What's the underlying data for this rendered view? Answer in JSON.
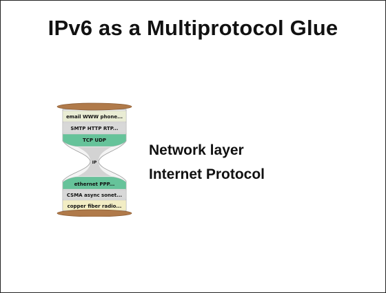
{
  "slide": {
    "title": "IPv6 as a Multiprotocol Glue",
    "caption_line1": "Network layer",
    "caption_line2": "Internet Protocol"
  },
  "hourglass": {
    "layers": [
      {
        "label": "email WWW phone...",
        "color": "#e9ecd4"
      },
      {
        "label": "SMTP HTTP RTP...",
        "color": "#d8d8d8"
      },
      {
        "label": "TCP UDP",
        "color": "#66c39a"
      },
      {
        "label": "IP",
        "color": "#d3d3d3"
      },
      {
        "label": "ethernet PPP...",
        "color": "#66c39a"
      },
      {
        "label": "CSMA async sonet...",
        "color": "#d8d8d8"
      },
      {
        "label": "copper fiber radio...",
        "color": "#f2edc4"
      }
    ],
    "cap_color": "#b07a4a"
  }
}
